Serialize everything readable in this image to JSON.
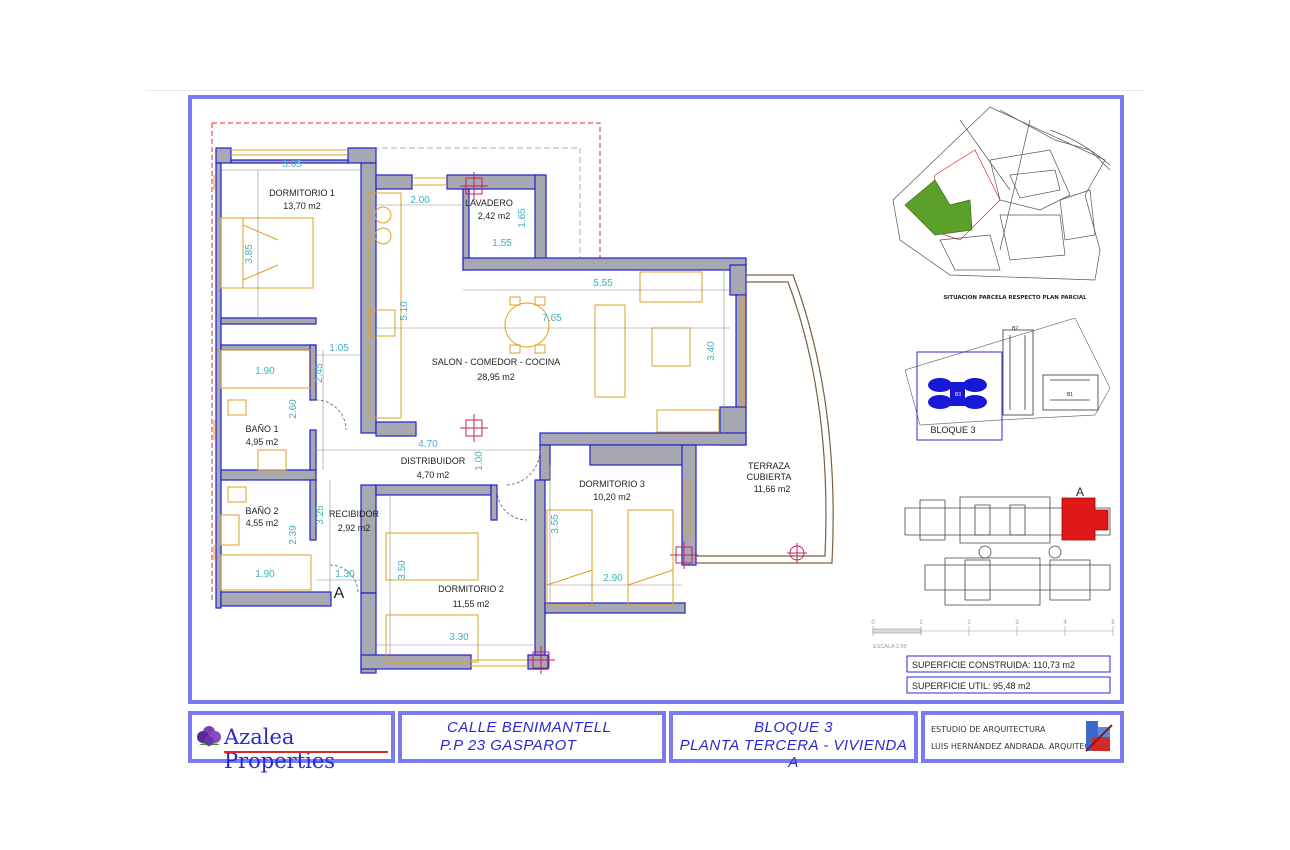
{
  "rooms": {
    "dormitorio1": {
      "name": "DORMITORIO 1",
      "area": "13,70  m2"
    },
    "lavadero": {
      "name": "LAVADERO",
      "area": "2,42 m2"
    },
    "salon": {
      "name": "SALON  -  COMEDOR  -  COCINA",
      "area": "28,95  m2"
    },
    "bano1": {
      "name": "BAÑO  1",
      "area": "4,95  m2"
    },
    "distribuidor": {
      "name": "DISTRIBUIDOR",
      "area": "4,70  m2"
    },
    "bano2": {
      "name": "BAÑO  2",
      "area": "4,55  m2"
    },
    "recibidor": {
      "name": "RECIBIDOR",
      "area": "2,92  m2"
    },
    "dormitorio3": {
      "name": "DORMITORIO 3",
      "area": "10,20  m2"
    },
    "dormitorio2": {
      "name": "DORMITORIO  2",
      "area": "11,55  m2"
    },
    "terraza": {
      "name1": "TERRAZA",
      "name2": "CUBIERTA",
      "area": "11,66  m2"
    }
  },
  "dimensions": {
    "d305": "3.05",
    "d385": "3.85",
    "d200": "2.00",
    "d165": "1.65",
    "d155": "1.55",
    "d555": "5.55",
    "d510": "5.10",
    "d765": "7.65",
    "d340": "3.40",
    "d105": "1.05",
    "d190a": "1.90",
    "d245": "2.45",
    "d260": "2.60",
    "d470": "4.70",
    "d100": "1.00",
    "d325": "3.25",
    "d239": "2.39",
    "d190b": "1.90",
    "d130": "1.30",
    "d350": "3.50",
    "d355": "3.55",
    "d290": "2.90",
    "d330": "3.30"
  },
  "section_marker": "A",
  "block_marker": "A",
  "site_plan_caption": "SITUACION PARCELA RESPECTO PLAN PARCIAL",
  "bloque_label": "BLOQUE 3",
  "block_tags": {
    "b1": "B1",
    "b2": "B2",
    "b3": "B3"
  },
  "scale": {
    "ticks": [
      "0",
      "1",
      "2",
      "3",
      "4",
      "5"
    ],
    "label": "ESCALA 1:50"
  },
  "superficie_construida": "SUPERFICIE  CONSTRUIDA:  110,73  m2",
  "superficie_util": "SUPERFICIE  UTIL:  95,48  m2",
  "title_block": {
    "company": "Azalea Properties",
    "address1": "CALLE BENIMANTELL",
    "address2": "P.P 23 GASPAROT",
    "block1": "BLOQUE 3",
    "block2": "PLANTA TERCERA - VIVIENDA A",
    "studio1": "ESTUDIO DE ARQUITECTURA",
    "studio2": "LUIS HERNÁNDEZ ANDRADA. ARQUITECTO."
  },
  "colors": {
    "frame": "#7b7bf0",
    "wall": "#9a9aa6",
    "wall_edge": "#2020d0",
    "furniture": "#e0a020",
    "dimension": "#40b0c0",
    "highlight": "#e01818",
    "green_plot": "#5aa02a",
    "title_text": "#2a28d6"
  }
}
